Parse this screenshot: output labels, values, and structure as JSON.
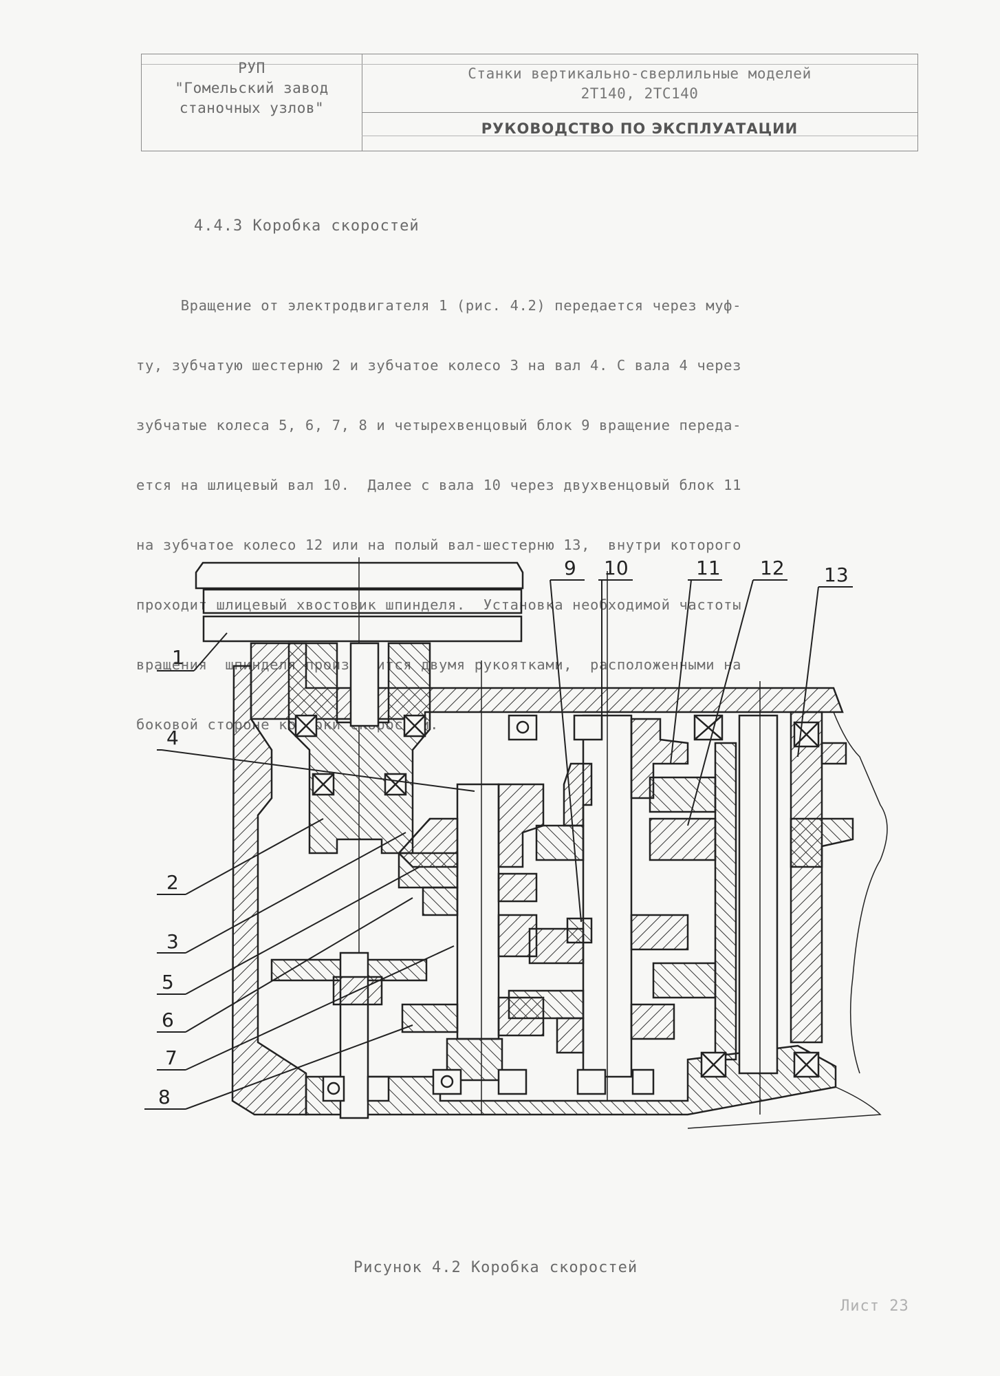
{
  "header": {
    "org_lines": [
      "РУП",
      "\"Гомельский завод",
      "станочных узлов\""
    ],
    "title_lines": [
      "Станки вертикально-сверлильные моделей",
      "2Т140, 2ТС140"
    ],
    "manual": "РУКОВОДСТВО ПО ЭКСПЛУАТАЦИИ"
  },
  "section_title": "4.4.3 Коробка скоростей",
  "paragraph_lines": [
    "     Вращение от электродвигателя 1 (рис. 4.2) передается через муф-",
    "ту, зубчатую шестерню 2 и зубчатое колесо 3 на вал 4. С вала 4 через",
    "зубчатые колеса 5, 6, 7, 8 и четырехвенцовый блок 9 вращение переда-",
    "ется на шлицевый вал 10.  Далее с вала 10 через двухвенцовый блок 11",
    "на зубчатое колесо 12 или на полый вал-шестерню 13,  внутри которого",
    "проходит шлицевый хвостовик шпинделя.  Установка необходимой частоты",
    "вращения  шпинделя производится двумя рукоятками,  расположенными на",
    "боковой стороне коробки скоростей."
  ],
  "figure": {
    "callouts": [
      "1",
      "2",
      "3",
      "4",
      "5",
      "6",
      "7",
      "8",
      "9",
      "10",
      "11",
      "12",
      "13"
    ]
  },
  "caption": "Рисунок 4.2 Коробка скоростей",
  "sheet": "Лист 23"
}
